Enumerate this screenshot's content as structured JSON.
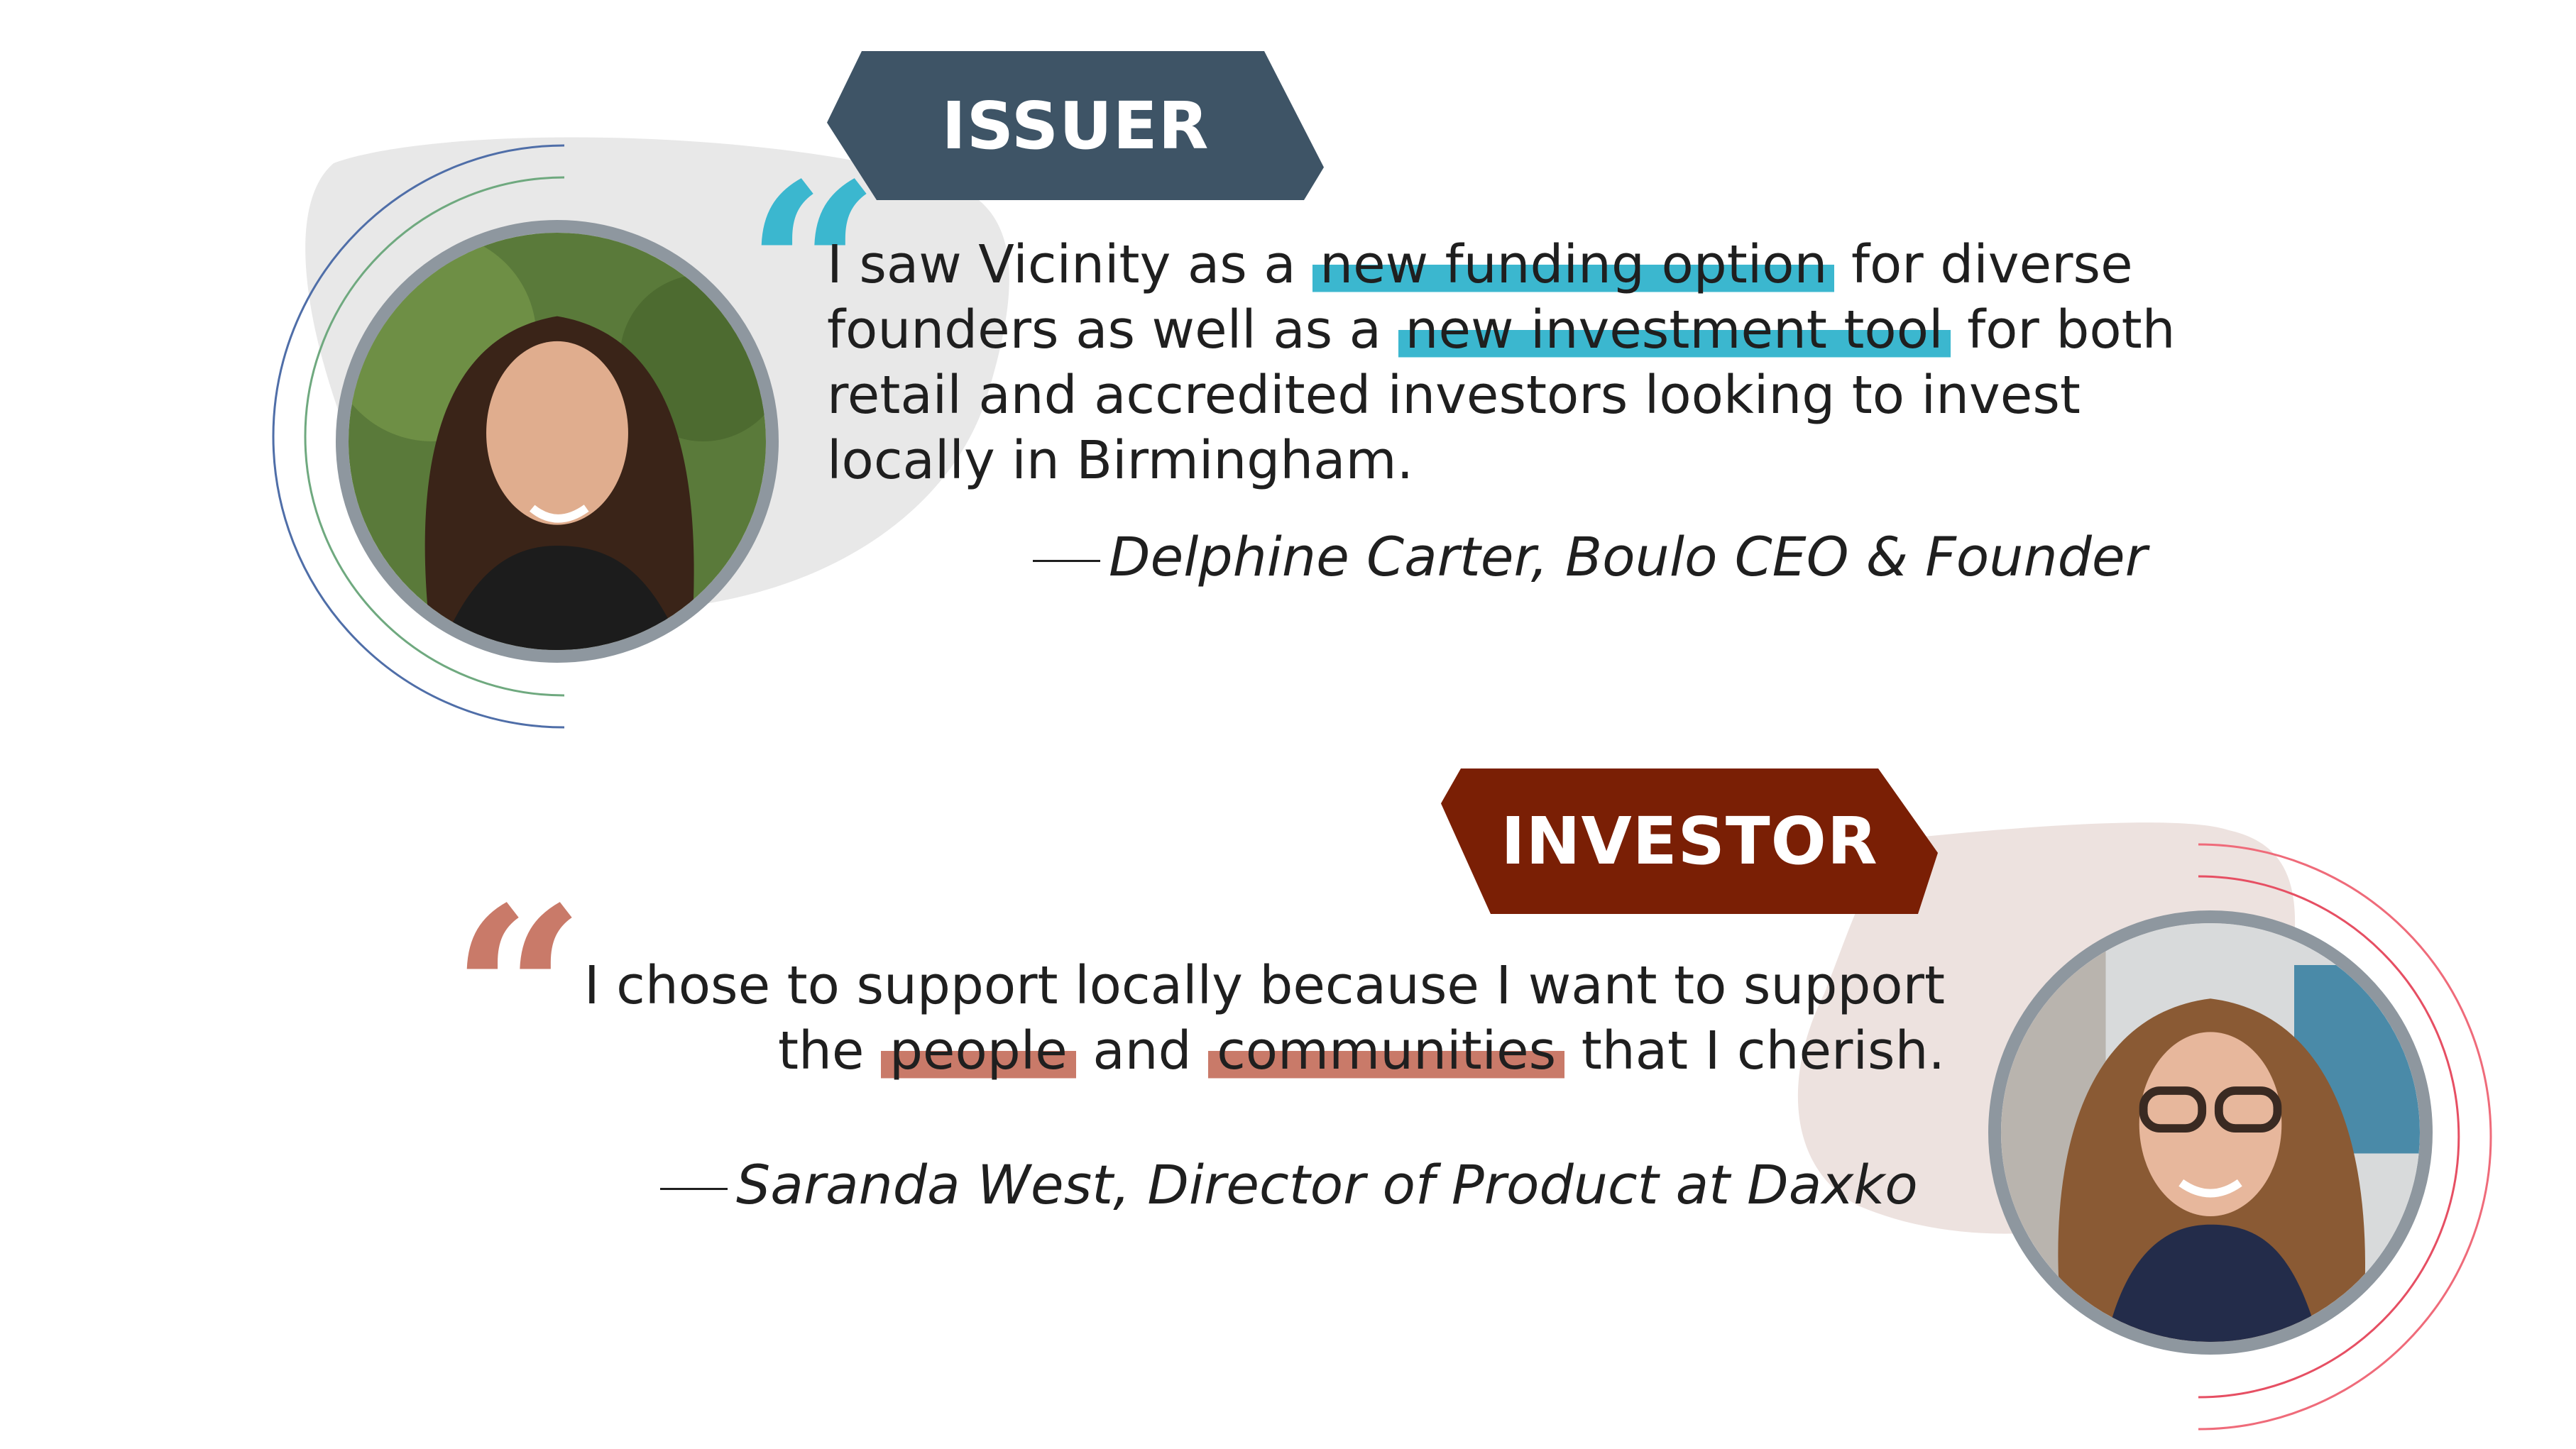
{
  "issuer": {
    "badge": "ISSUER",
    "quote_parts": [
      "I saw Vicinity as a",
      "new funding option",
      "for diverse founders as well as a",
      "new investment tool",
      "for both retail and accredited investors looking to invest locally in Birmingham."
    ],
    "attribution": "Delphine Carter, Boulo CEO & Founder"
  },
  "investor": {
    "badge": "INVESTOR",
    "quote_parts": [
      "I chose to support locally because I want to support the",
      "people",
      "and",
      "communities",
      "that I cherish."
    ],
    "attribution": "Saranda West, Director of Product at Daxko"
  },
  "quote_glyph": "“",
  "colors": {
    "issuer_badge": "#3e5466",
    "investor_badge": "#7a1f05",
    "issuer_highlight": "#3bb7cf",
    "investor_highlight": "#c97a69",
    "avatar_ring": "#8e979f"
  }
}
